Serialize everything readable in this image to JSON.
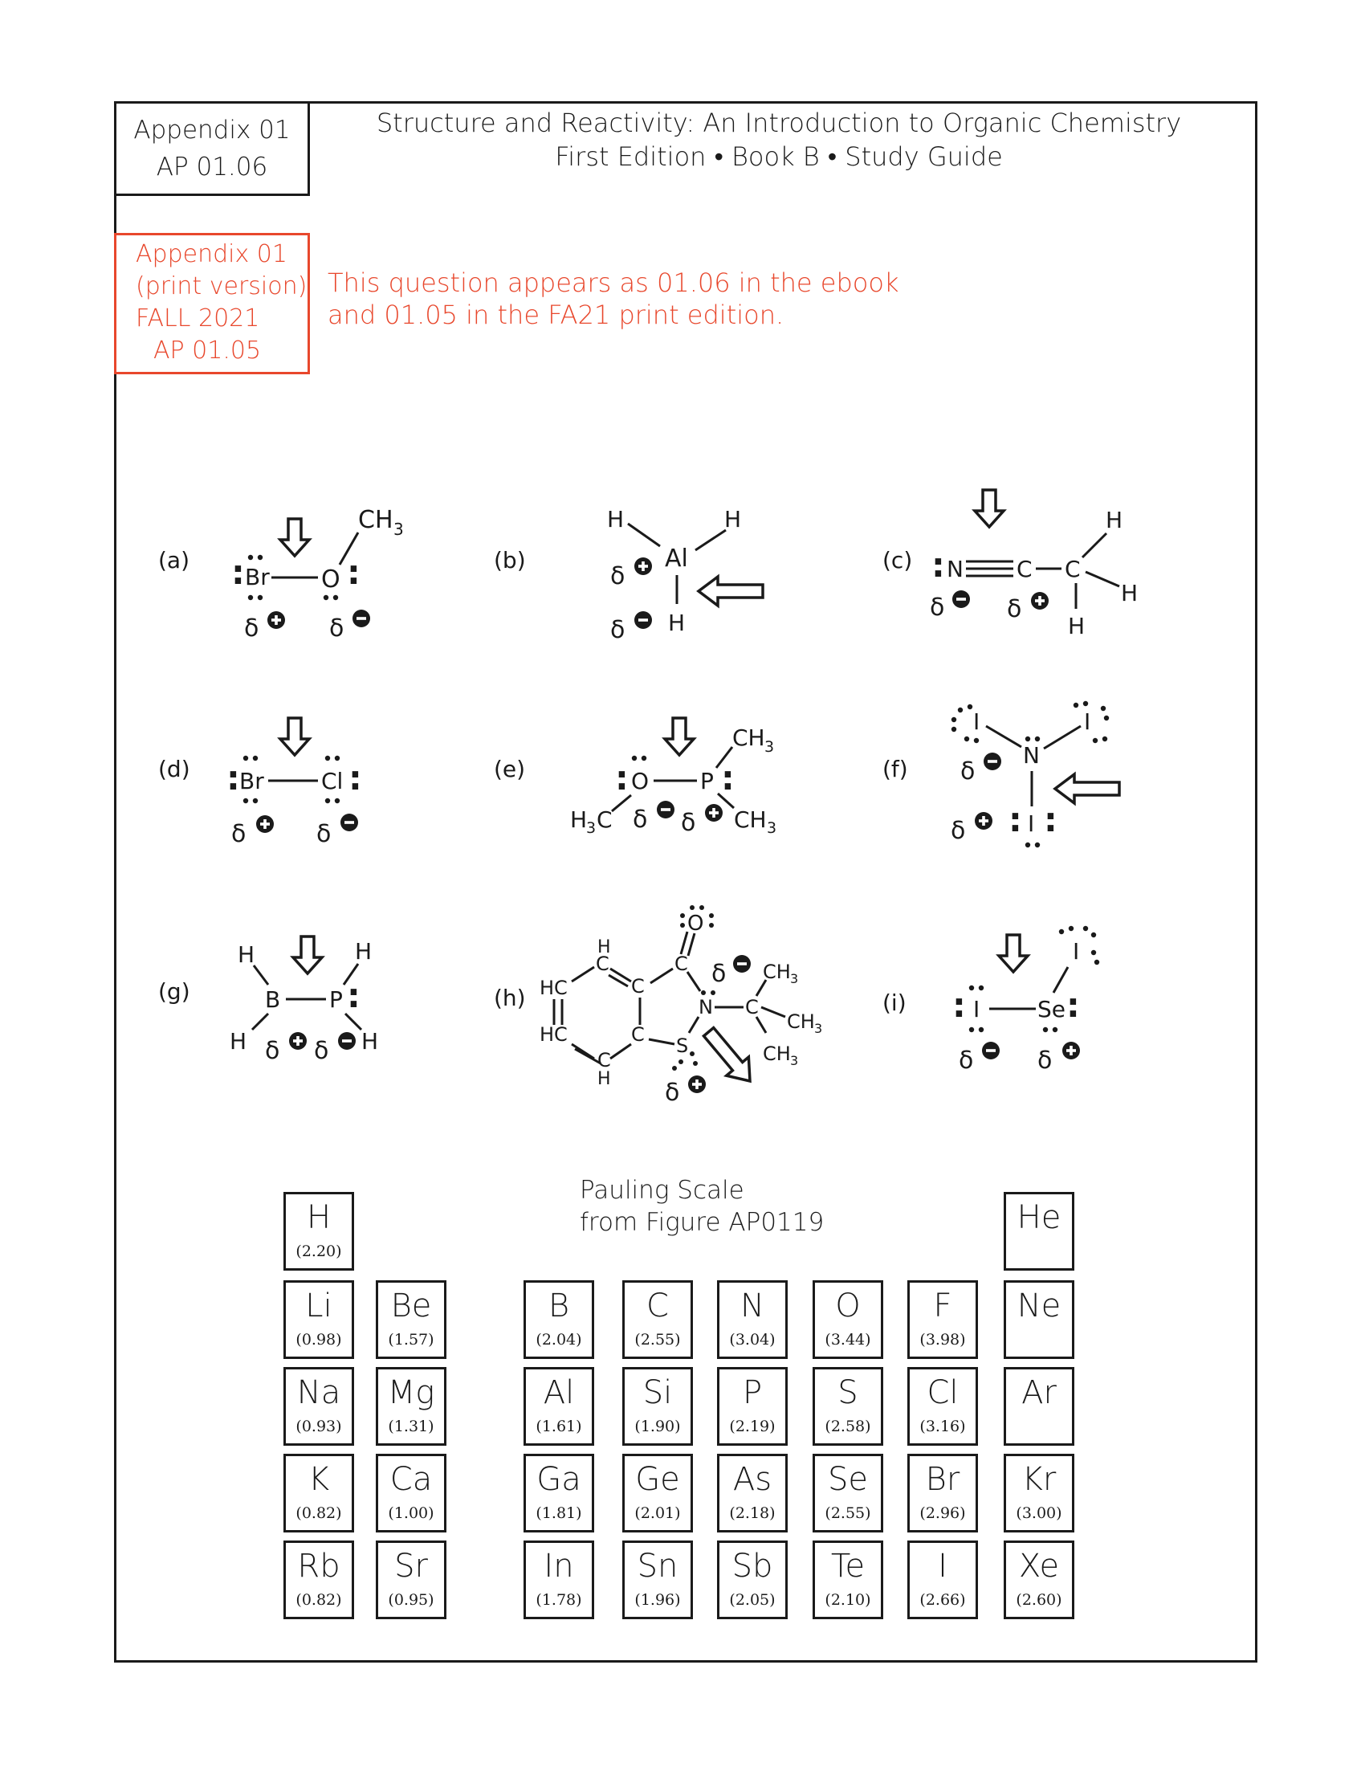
{
  "corner": {
    "line1": "Appendix 01",
    "line2": "AP 01.06"
  },
  "header": {
    "title": "Structure and Reactivity: An Introduction to Organic Chemistry",
    "subtitle": "First Edition • Book B • Study Guide"
  },
  "print_box": {
    "line1": "Appendix 01",
    "line2": "(print version)",
    "line3": "FALL 2021",
    "line4": "AP 01.05"
  },
  "note": {
    "line1": "This question appears as 01.06 in the ebook",
    "line2": "and 01.05 in the FA21 print edition."
  },
  "problems": {
    "labels": [
      "(a)",
      "(b)",
      "(c)",
      "(d)",
      "(e)",
      "(f)",
      "(g)",
      "(h)",
      "(i)"
    ],
    "a": {
      "br": "Br",
      "o": "O",
      "ch3": "CH",
      "sub3": "3"
    },
    "b": {
      "h1": "H",
      "h2": "H",
      "al": "Al",
      "h3": "H"
    },
    "c": {
      "n": "N",
      "c1": "C",
      "c2": "C",
      "h1": "H",
      "h2": "H",
      "h3": "H"
    },
    "d": {
      "br": "Br",
      "cl": "Cl"
    },
    "e": {
      "o": "O",
      "p": "P",
      "ch3a": "CH",
      "ch3b": "CH",
      "h3c": "H",
      "c": "C",
      "sub3": "3"
    },
    "f": {
      "n": "N",
      "i": "I"
    },
    "g": {
      "b": "B",
      "p": "P",
      "h": "H"
    },
    "h": {
      "o": "O",
      "c": "C",
      "n": "N",
      "s": "S",
      "hc": "HC",
      "h": "H",
      "ch3": "CH",
      "sub3": "3"
    },
    "i": {
      "i": "I",
      "se": "Se"
    },
    "delta": "δ",
    "plus": "+",
    "minus": "−",
    "lone_pair": ":"
  },
  "pauling": {
    "line1": "Pauling Scale",
    "line2": "from Figure AP0119"
  },
  "elements": [
    {
      "sym": "H",
      "en": "(2.20)"
    },
    {
      "sym": "He",
      "en": ""
    },
    {
      "sym": "Li",
      "en": "(0.98)"
    },
    {
      "sym": "Be",
      "en": "(1.57)"
    },
    {
      "sym": "B",
      "en": "(2.04)"
    },
    {
      "sym": "C",
      "en": "(2.55)"
    },
    {
      "sym": "N",
      "en": "(3.04)"
    },
    {
      "sym": "O",
      "en": "(3.44)"
    },
    {
      "sym": "F",
      "en": "(3.98)"
    },
    {
      "sym": "Ne",
      "en": ""
    },
    {
      "sym": "Na",
      "en": "(0.93)"
    },
    {
      "sym": "Mg",
      "en": "(1.31)"
    },
    {
      "sym": "Al",
      "en": "(1.61)"
    },
    {
      "sym": "Si",
      "en": "(1.90)"
    },
    {
      "sym": "P",
      "en": "(2.19)"
    },
    {
      "sym": "S",
      "en": "(2.58)"
    },
    {
      "sym": "Cl",
      "en": "(3.16)"
    },
    {
      "sym": "Ar",
      "en": ""
    },
    {
      "sym": "K",
      "en": "(0.82)"
    },
    {
      "sym": "Ca",
      "en": "(1.00)"
    },
    {
      "sym": "Ga",
      "en": "(1.81)"
    },
    {
      "sym": "Ge",
      "en": "(2.01)"
    },
    {
      "sym": "As",
      "en": "(2.18)"
    },
    {
      "sym": "Se",
      "en": "(2.55)"
    },
    {
      "sym": "Br",
      "en": "(2.96)"
    },
    {
      "sym": "Kr",
      "en": "(3.00)"
    },
    {
      "sym": "Rb",
      "en": "(0.82)"
    },
    {
      "sym": "Sr",
      "en": "(0.95)"
    },
    {
      "sym": "In",
      "en": "(1.78)"
    },
    {
      "sym": "Sn",
      "en": "(1.96)"
    },
    {
      "sym": "Sb",
      "en": "(2.05)"
    },
    {
      "sym": "Te",
      "en": "(2.10)"
    },
    {
      "sym": "I",
      "en": "(2.66)"
    },
    {
      "sym": "Xe",
      "en": "(2.60)"
    }
  ],
  "colors": {
    "ink": "#1a1a1a",
    "accent_red": "#e8472c"
  }
}
